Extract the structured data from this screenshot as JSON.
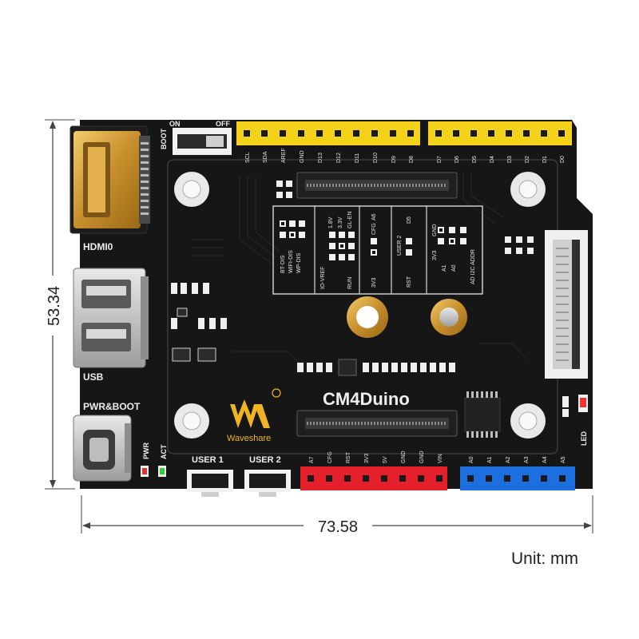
{
  "dimensions": {
    "height_label": "53.34",
    "width_label": "73.58",
    "unit_label": "Unit: mm"
  },
  "board": {
    "title": "CM4Duino",
    "brand": "Waveshare",
    "ports": {
      "hdmi": "HDMI0",
      "usb": "USB",
      "power": "PWR&BOOT"
    },
    "switch": {
      "label": "BOOT",
      "on": "ON",
      "off": "OFF"
    },
    "buttons": [
      "USER 1",
      "USER 2"
    ],
    "leds": [
      "PWR",
      "ACT",
      "LED"
    ],
    "top_header_left": [
      "SCL",
      "SDA",
      "AREF",
      "GND",
      "D13",
      "D12",
      "D11",
      "D10",
      "D9",
      "D8"
    ],
    "top_header_right": [
      "D7",
      "D6",
      "D5",
      "D4",
      "D3",
      "D2",
      "D1",
      "D0"
    ],
    "bottom_power_header": [
      "A7",
      "CFG",
      "RST",
      "3V3",
      "5V",
      "GND",
      "GND",
      "VIN"
    ],
    "bottom_analog_header": [
      "A0",
      "A1",
      "A2",
      "A3",
      "A4",
      "A5"
    ],
    "jumper_labels": [
      "BT-DIS",
      "WIFI-DIS",
      "WP-DIS",
      "IO-VREF",
      "1.8V",
      "3.3V",
      "GL-EN",
      "RUN",
      "CFG",
      "3V3",
      "A6",
      "USER 2",
      "RST",
      "D5",
      "3V3",
      "GND",
      "A1",
      "A0",
      "AD I2C ADDR"
    ],
    "colors": {
      "pcb": "#161616",
      "header_yellow": "#f4d21a",
      "header_red": "#e5202a",
      "header_blue": "#1d6fe0",
      "gold": "#d9a441"
    }
  }
}
